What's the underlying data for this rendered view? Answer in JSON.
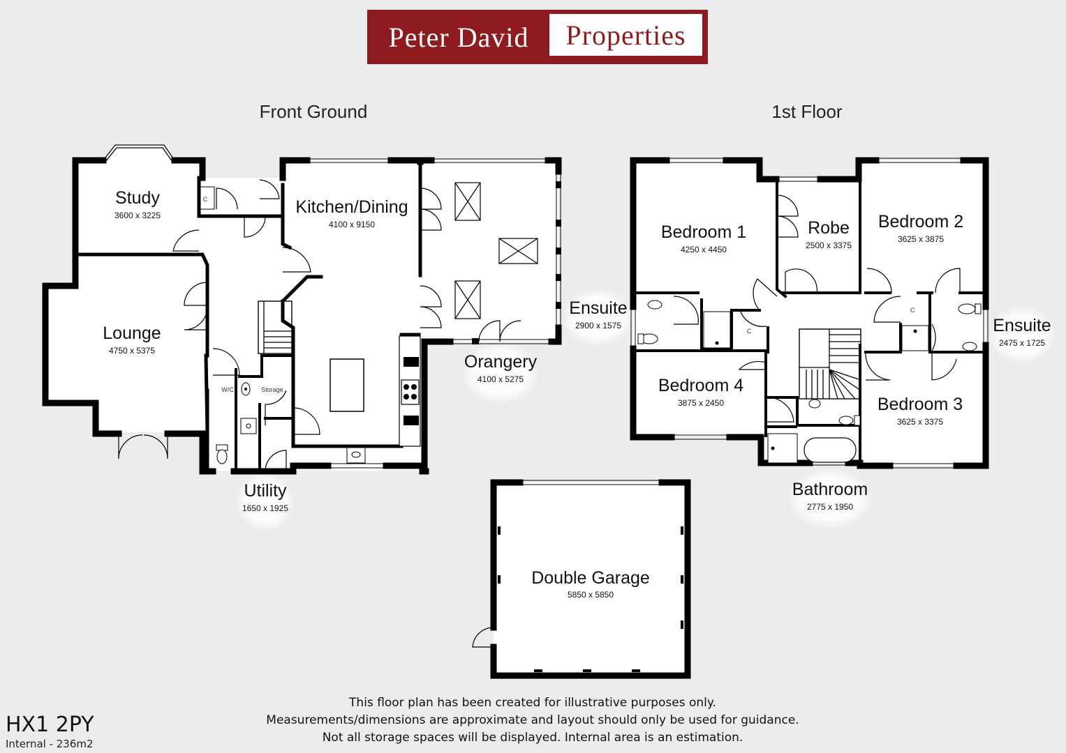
{
  "logo": {
    "text_left": "Peter David",
    "text_right": "Properties"
  },
  "floors": {
    "ground": "Front Ground",
    "first": "1st Floor"
  },
  "rooms": {
    "study": {
      "name": "Study",
      "dim": "3600 x 3225"
    },
    "lounge": {
      "name": "Lounge",
      "dim": "4750 x 5375"
    },
    "kitchen": {
      "name": "Kitchen/Dining",
      "dim": "4100 x 9150"
    },
    "orangery": {
      "name": "Orangery",
      "dim": "4100 x 5275"
    },
    "utility": {
      "name": "Utility",
      "dim": "1650 x 1925"
    },
    "wc": {
      "name": "W/C"
    },
    "storage": {
      "name": "Storage"
    },
    "garage": {
      "name": "Double Garage",
      "dim": "5850 x 5850"
    },
    "bedroom1": {
      "name": "Bedroom 1",
      "dim": "4250 x 4450"
    },
    "robe": {
      "name": "Robe",
      "dim": "2500 x 3375"
    },
    "bedroom2": {
      "name": "Bedroom 2",
      "dim": "3625 x 3875"
    },
    "ensuite1": {
      "name": "Ensuite",
      "dim": "2900 x 1575"
    },
    "ensuite2": {
      "name": "Ensuite",
      "dim": "2475 x 1725"
    },
    "bedroom4": {
      "name": "Bedroom 4",
      "dim": "3875 x 2450"
    },
    "bedroom3": {
      "name": "Bedroom 3",
      "dim": "3625 x 3375"
    },
    "bathroom": {
      "name": "Bathroom",
      "dim": "2775 x 1950"
    }
  },
  "cupboard_label": "C",
  "disclaimer": {
    "line1": "This floor plan has been created for illustrative purposes only.",
    "line2": "Measurements/dimensions are approximate and layout should only be used for guidance.",
    "line3": "Not all storage spaces will be displayed. Internal area is an estimation."
  },
  "postcode": "HX1 2PY",
  "internal_area": "Internal - 236m2"
}
